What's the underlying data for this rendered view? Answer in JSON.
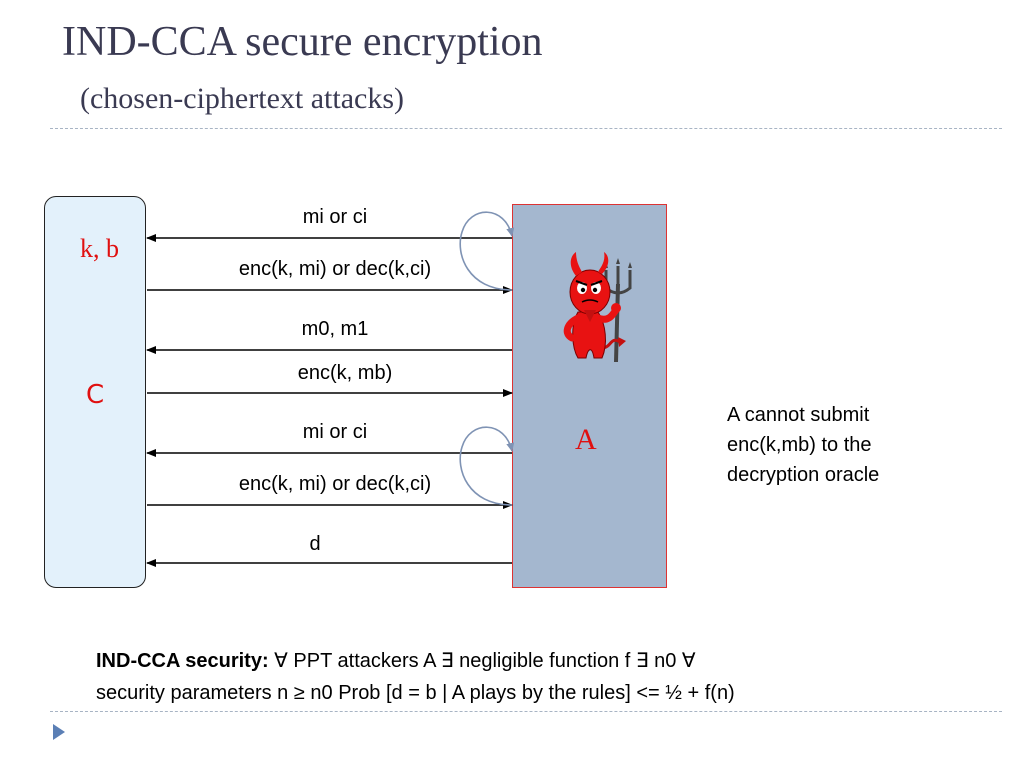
{
  "slide": {
    "title": "IND-CCA secure encryption",
    "subtitle": "(chosen-ciphertext attacks)"
  },
  "challenger": {
    "key_label": "k, b",
    "name": "C"
  },
  "adversary": {
    "name": "A",
    "avatar_icon": "devil-with-pitchfork-icon"
  },
  "messages": [
    {
      "label": "mi  or ci",
      "direction": "A-to-C",
      "self_query_loop": true
    },
    {
      "label": "enc(k, mi) or dec(k,ci)",
      "direction": "C-to-A"
    },
    {
      "label": "m0, m1",
      "direction": "A-to-C"
    },
    {
      "label": "enc(k, mb)",
      "direction": "C-to-A"
    },
    {
      "label": "mi  or ci",
      "direction": "A-to-C",
      "self_query_loop": true
    },
    {
      "label": "enc(k, mi) or dec(k,ci)",
      "direction": "C-to-A"
    },
    {
      "label": "d",
      "direction": "A-to-C"
    }
  ],
  "note": {
    "line1": "A cannot submit",
    "line2": "enc(k,mb) to the",
    "line3": "decryption oracle"
  },
  "security_definition": {
    "heading": "IND-CCA security:",
    "line1_text": " ∀ PPT attackers A ∃ negligible function f ∃ n0 ∀",
    "line2_text": "security parameters n ≥ n0  Prob [d = b | A plays by the rules] <= ½ + f(n)"
  },
  "colors": {
    "title_text": "#3a3a52",
    "challenger_fill": "#e3f1fb",
    "adversary_fill": "#a4b7cf",
    "adversary_border": "#dd3333",
    "accent_red": "#e01010",
    "loop_arrow": "#7f93b4",
    "divider": "#a8b4c4",
    "bullet": "#5b7fb5"
  }
}
